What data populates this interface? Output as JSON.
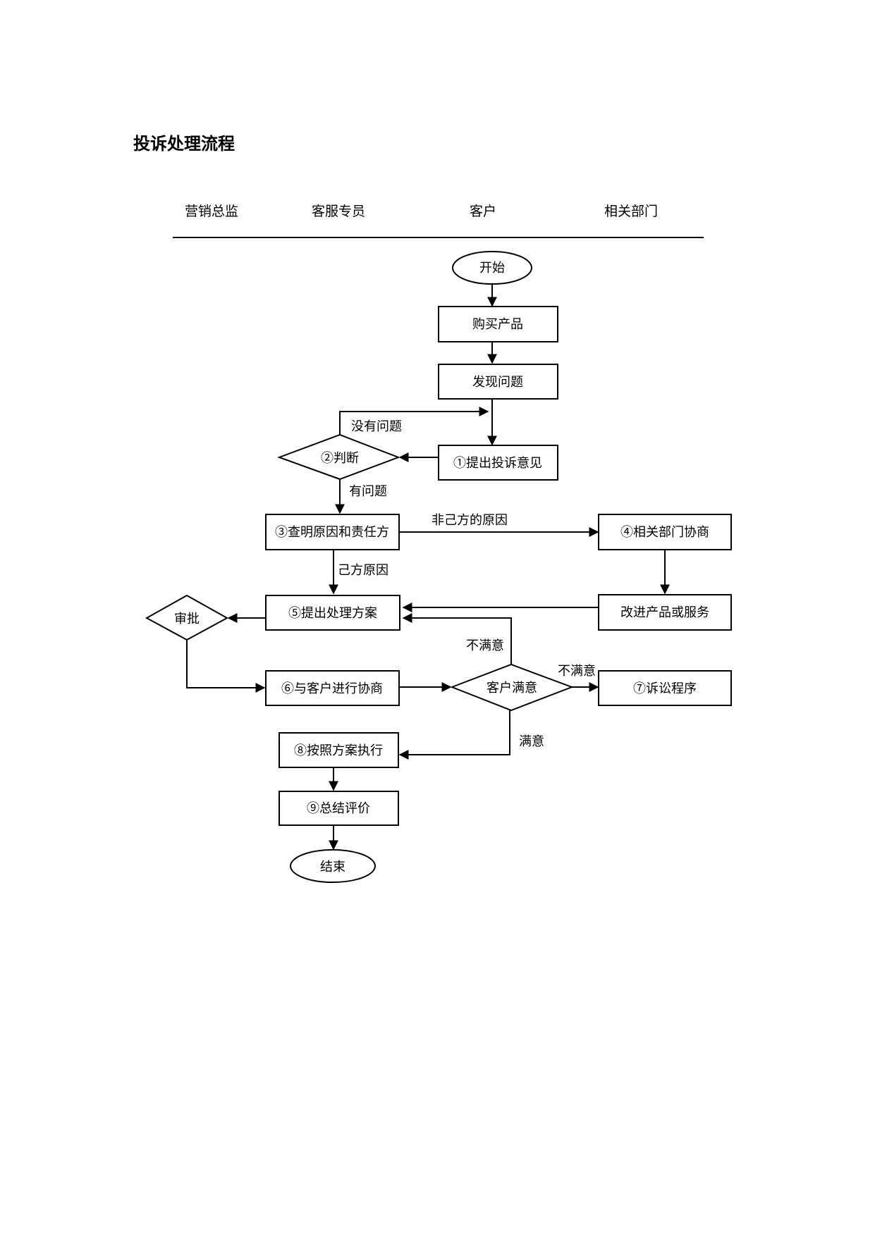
{
  "title": "投诉处理流程",
  "lanes": [
    "营销总监",
    "客服专员",
    "客户",
    "相关部门"
  ],
  "nodes": {
    "start": "开始",
    "buy": "购买产品",
    "find": "发现问题",
    "complain": "①提出投诉意见",
    "judge": "②判断",
    "investigate": "③查明原因和责任方",
    "dept_consult": "④相关部门协商",
    "improve": "改进产品或服务",
    "propose": "⑤提出处理方案",
    "approve": "审批",
    "negotiate": "⑥与客户进行协商",
    "satisfied_q": "客户满意",
    "lawsuit": "⑦诉讼程序",
    "execute": "⑧按照方案执行",
    "summary": "⑨总结评价",
    "end": "结束"
  },
  "edge_labels": {
    "no_problem": "没有问题",
    "has_problem": "有问题",
    "not_own": "非己方的原因",
    "own": "己方原因",
    "unsatisfied_1": "不满意",
    "unsatisfied_2": "不满意",
    "satisfied": "满意"
  }
}
